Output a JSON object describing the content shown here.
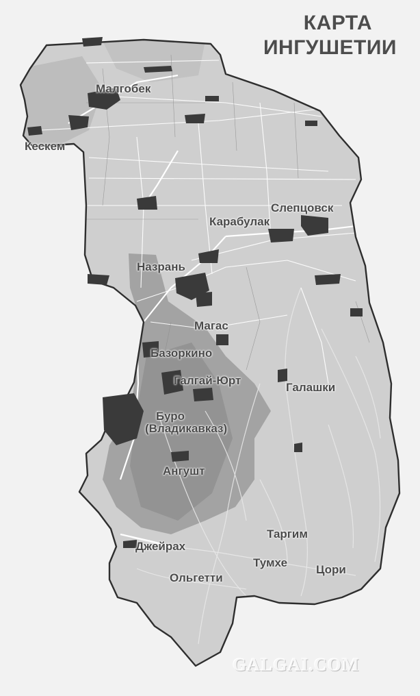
{
  "title": [
    "КАРТА",
    "ИНГУШЕТИИ"
  ],
  "places": [
    {
      "key": "malgobek",
      "label": "Малгобек"
    },
    {
      "key": "keskem",
      "label": "Кескем"
    },
    {
      "key": "sleptsovsk",
      "label": "Слепцовск"
    },
    {
      "key": "karabulak",
      "label": "Карабулак"
    },
    {
      "key": "nazran",
      "label": "Назрань"
    },
    {
      "key": "magas",
      "label": "Магас"
    },
    {
      "key": "bazorkino",
      "label": "Базоркино"
    },
    {
      "key": "galgai-yurt",
      "label": "Галгай-Юрт"
    },
    {
      "key": "galashki",
      "label": "Галашки"
    },
    {
      "key": "buro",
      "label": "Буро"
    },
    {
      "key": "vladikavkaz",
      "label": "(Владикавказ)"
    },
    {
      "key": "angusht",
      "label": "Ангушт"
    },
    {
      "key": "targim",
      "label": "Таргим"
    },
    {
      "key": "dzheirakh",
      "label": "Джейрах"
    },
    {
      "key": "tumkhe",
      "label": "Тумхе"
    },
    {
      "key": "tsori",
      "label": "Цори"
    },
    {
      "key": "olgetti",
      "label": "Ольгетти"
    }
  ],
  "watermark": "GALGAI.COM",
  "colors": {
    "background": "#f2f2f2",
    "territory": "#cfcfcf",
    "lowland": "#bdbdbd",
    "highland": "#9f9f9f",
    "border": "#2e2e2e",
    "roads": "#ffffff",
    "settlements": "#3a3a3a",
    "labels": "#4a4a4a"
  }
}
